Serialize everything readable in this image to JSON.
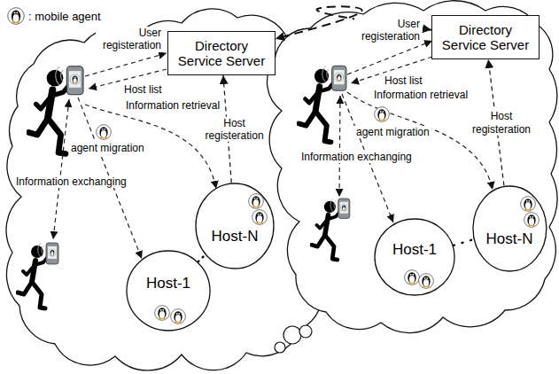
{
  "diagram": {
    "nodes": [
      {
        "text": [
          "Directory Service Server"
        ]
      },
      {
        "text": [
          "Directory Service Server"
        ]
      },
      {
        "text": [
          "Host-1"
        ]
      },
      {
        "text": [
          "Host-N"
        ]
      },
      {
        "text": [
          "Host-1"
        ]
      },
      {
        "text": [
          "Host-N"
        ]
      }
    ],
    "edges": [
      {
        "from": 1,
        "to": 0,
        "arrow": "both"
      },
      {
        "from": 3,
        "to": 0,
        "label": "Host registeration",
        "arrow": "to"
      },
      {
        "from": 5,
        "to": 1,
        "label": "Host registeration",
        "arrow": "to"
      },
      {
        "from": 2,
        "to": 3,
        "arrow": "none"
      },
      {
        "from": 4,
        "to": 5,
        "arrow": "none"
      }
    ],
    "labels": [
      "User registeration",
      "Host list",
      "Information retrieval",
      "agent migration",
      "Information exchanging",
      "User registeration",
      "Host list",
      "Information retrieval",
      "agent migration",
      "Information exchanging"
    ],
    "legend": [
      {
        "text": ": mobile agent"
      }
    ]
  }
}
